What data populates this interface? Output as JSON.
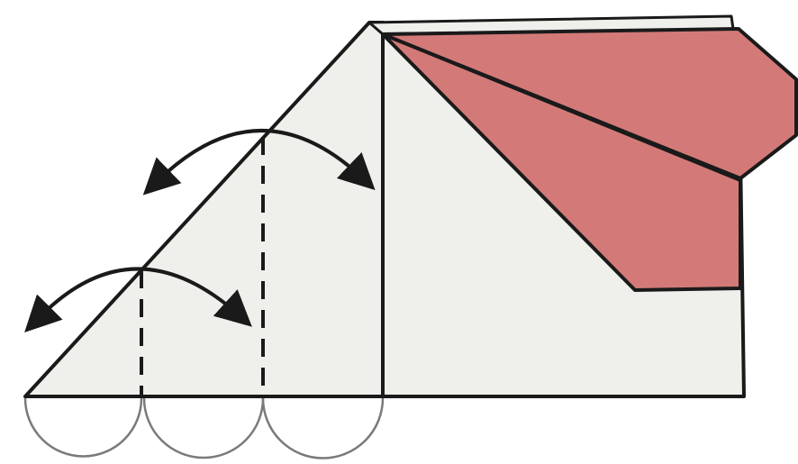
{
  "diagram": {
    "type": "origami-fold-step",
    "colors": {
      "paper_white": "#efefec",
      "paper_colored": "#d37a78",
      "line": "#1a1a1a",
      "guide_arc": "#7a7a7a",
      "background": "#ffffff"
    },
    "folds": [
      {
        "name": "valley-fold-left",
        "style": "dashed"
      },
      {
        "name": "valley-fold-right",
        "style": "dashed"
      }
    ],
    "arrows": [
      {
        "name": "fold-arrow-small",
        "direction": "both"
      },
      {
        "name": "fold-arrow-large",
        "direction": "both"
      }
    ],
    "division_marks": {
      "equal_parts": 3
    }
  }
}
